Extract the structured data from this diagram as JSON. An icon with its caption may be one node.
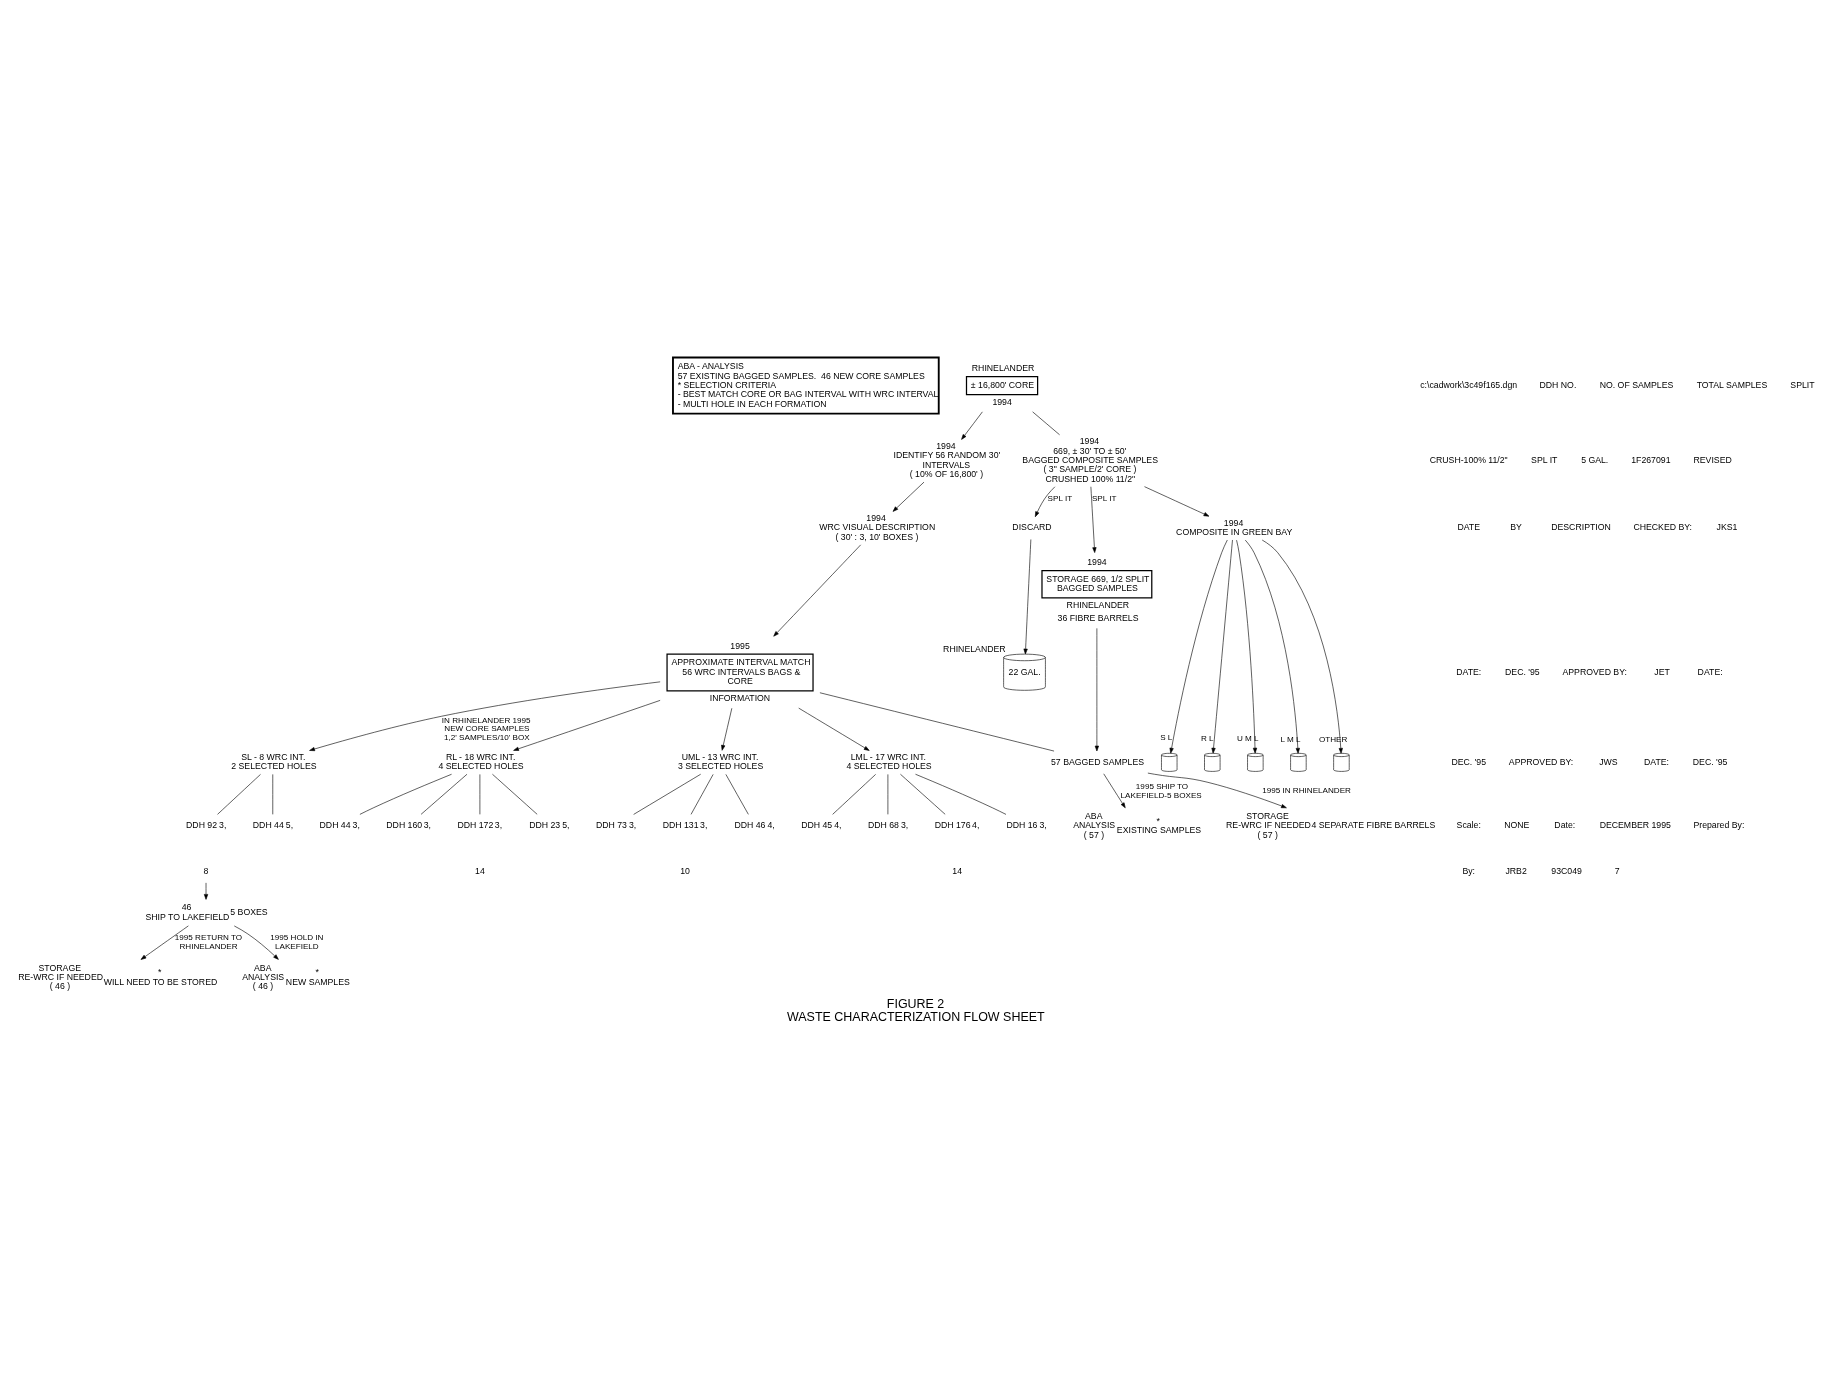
{
  "diagram": {
    "title": "FIGURE 2",
    "caption": "WASTE CHARACTERIZATION FLOW SHEET",
    "nodes": [
      {
        "text": [
          "ABA - ANALYSIS",
          "57 EXISTING BAGGED SAMPLES.  46 NEW CORE SAMPLES",
          "* SELECTION CRITERIA",
          "- BEST MATCH CORE OR BAG INTERVAL WITH WRC INTERVAL",
          "- MULTI HOLE IN EACH FORMATION"
        ]
      },
      {
        "text": [
          "± 16,800' CORE"
        ],
        "beside": [
          "RHINELANDER",
          "1994"
        ]
      },
      {
        "text": [
          "1994",
          "IDENTIFY 56 RANDOM 30' INTERVALS",
          "( 10% OF 16,800' )"
        ]
      },
      {
        "text": [
          "1994",
          "WRC VISUAL DESCRIPTION",
          "( 30' : 3, 10' BOXES )"
        ]
      },
      {
        "text": [
          "1994",
          "669, ± 30' TO ± 50' BAGGED COMPOSITE SAMPLES",
          "( 3\" SAMPLE/2' CORE )",
          "CRUSHED 100% 11/2\""
        ]
      },
      {
        "text": [
          "APPROXIMATE INTERVAL MATCH 56 WRC INTERVALS BAGS & CORE"
        ],
        "beside": [
          "1995",
          "INFORMATION"
        ]
      },
      {
        "text": [
          "STORAGE 669, 1/2 SPLIT BAGGED SAMPLES"
        ],
        "beside": [
          "1994",
          "RHINELANDER",
          "36 FIBRE BARRELS"
        ]
      },
      {
        "text": [
          "DISCARD"
        ]
      },
      {
        "text": [
          "1994",
          "COMPOSITE IN GREEN BAY"
        ]
      },
      {
        "text": [
          "22 GAL."
        ],
        "beside": [
          "RHINELANDER"
        ]
      },
      {
        "text": [],
        "shape": "cylinder"
      },
      {
        "text": [],
        "shape": "cylinder"
      },
      {
        "text": [],
        "shape": "cylinder"
      },
      {
        "text": [],
        "shape": "cylinder"
      },
      {
        "text": [],
        "shape": "cylinder"
      },
      {
        "text": [
          "57 BAGGED SAMPLES"
        ]
      },
      {
        "text": [
          "STORAGE",
          "RE-WRC IF NEEDED",
          "( 57 )"
        ],
        "beside": [
          "4 SEPARATE FIBRE BARRELS"
        ]
      },
      {
        "text": [
          "ABA",
          "ANALYSIS",
          "( 57 )"
        ],
        "beside": [
          "*",
          "EXISTING SAMPLES"
        ]
      },
      {
        "text": [
          "SL - 8 WRC INT.",
          "2 SELECTED HOLES"
        ]
      },
      {
        "text": [
          "RL - 18 WRC INT.",
          "4 SELECTED HOLES"
        ]
      },
      {
        "text": [
          "UML - 13 WRC INT.",
          "3 SELECTED HOLES"
        ]
      },
      {
        "text": [
          "LML - 17 WRC INT.",
          "4 SELECTED HOLES"
        ]
      },
      {
        "text": [
          "DDH 44"
        ],
        "beside": [
          "5,"
        ]
      },
      {
        "text": [
          "DDH 92"
        ],
        "beside": [
          "3,"
        ]
      },
      {
        "text": [
          "DDH 23"
        ],
        "beside": [
          "5,"
        ]
      },
      {
        "text": [
          "DDH 44"
        ],
        "beside": [
          "3,"
        ]
      },
      {
        "text": [
          "DDH 160"
        ],
        "beside": [
          "3,"
        ]
      },
      {
        "text": [
          "DDH 172"
        ],
        "beside": [
          "3,"
        ]
      },
      {
        "text": [
          "DDH 46"
        ],
        "beside": [
          "4,"
        ]
      },
      {
        "text": [
          "DDH 73"
        ],
        "beside": [
          "3,"
        ]
      },
      {
        "text": [
          "DDH 131"
        ],
        "beside": [
          "3,"
        ]
      },
      {
        "text": [
          "DDH 16"
        ],
        "beside": [
          "3,"
        ]
      },
      {
        "text": [
          "DDH 45"
        ],
        "beside": [
          "4,"
        ]
      },
      {
        "text": [
          "DDH 68"
        ],
        "beside": [
          "3,"
        ]
      },
      {
        "text": [
          "DDH 176"
        ],
        "beside": [
          "4,"
        ]
      },
      {
        "text": [
          "8"
        ]
      },
      {
        "text": [
          "14"
        ]
      },
      {
        "text": [
          "10"
        ]
      },
      {
        "text": [
          "14"
        ]
      },
      {
        "text": [
          "46",
          "SHIP TO LAKEFIELD"
        ],
        "beside": [
          "5 BOXES"
        ]
      },
      {
        "text": [
          "STORAGE",
          "RE-WRC IF NEEDED",
          "( 46 )"
        ],
        "beside": [
          "*",
          "WILL NEED TO BE STORED"
        ]
      },
      {
        "text": [
          "ABA",
          "ANALYSIS",
          "( 46 )"
        ],
        "beside": [
          "*",
          "NEW SAMPLES"
        ]
      }
    ],
    "edges": [
      {
        "from": 1,
        "to": 2,
        "arrow": "to"
      },
      {
        "from": 2,
        "to": 3,
        "arrow": "to"
      },
      {
        "from": 1,
        "to": 4,
        "arrow": "none"
      },
      {
        "from": 4,
        "to": 6,
        "arrow": "to",
        "label": "SPL IT"
      },
      {
        "from": 4,
        "to": 7,
        "arrow": "to",
        "label": "SPL IT"
      },
      {
        "from": 4,
        "to": 8,
        "arrow": "to"
      },
      {
        "from": 7,
        "to": 9,
        "arrow": "to"
      },
      {
        "from": 8,
        "to": 10,
        "arrow": "to",
        "label": "S L"
      },
      {
        "from": 8,
        "to": 11,
        "arrow": "to",
        "label": "R L"
      },
      {
        "from": 8,
        "to": 12,
        "arrow": "to",
        "label": "U M L"
      },
      {
        "from": 8,
        "to": 13,
        "arrow": "to",
        "label": "L M L"
      },
      {
        "from": 8,
        "to": 14,
        "arrow": "to",
        "label": "OTHER"
      },
      {
        "from": 3,
        "to": 5,
        "arrow": "to"
      },
      {
        "from": 6,
        "to": 15,
        "arrow": "to"
      },
      {
        "from": 5,
        "to": 15,
        "arrow": "none"
      },
      {
        "from": 15,
        "to": 16,
        "arrow": "to",
        "label": "1995 IN RHINELANDER"
      },
      {
        "from": 15,
        "to": 17,
        "arrow": "to",
        "label": "1995 SHIP TO LAKEFIELD-5 BOXES"
      },
      {
        "from": 5,
        "to": 18,
        "arrow": "to",
        "label": "IN RHINELANDER 1995 NEW CORE SAMPLES 1,2' SAMPLES/10' BOX"
      },
      {
        "from": 5,
        "to": 19,
        "arrow": "to"
      },
      {
        "from": 5,
        "to": 20,
        "arrow": "to"
      },
      {
        "from": 5,
        "to": 21,
        "arrow": "to"
      },
      {
        "from": 18,
        "to": 22,
        "arrow": "none"
      },
      {
        "from": 18,
        "to": 23,
        "arrow": "none"
      },
      {
        "from": 19,
        "to": 24,
        "arrow": "none"
      },
      {
        "from": 19,
        "to": 25,
        "arrow": "none"
      },
      {
        "from": 19,
        "to": 26,
        "arrow": "none"
      },
      {
        "from": 19,
        "to": 27,
        "arrow": "none"
      },
      {
        "from": 20,
        "to": 28,
        "arrow": "none"
      },
      {
        "from": 20,
        "to": 29,
        "arrow": "none"
      },
      {
        "from": 20,
        "to": 30,
        "arrow": "none"
      },
      {
        "from": 21,
        "to": 31,
        "arrow": "none"
      },
      {
        "from": 21,
        "to": 32,
        "arrow": "none"
      },
      {
        "from": 21,
        "to": 33,
        "arrow": "none"
      },
      {
        "from": 21,
        "to": 34,
        "arrow": "none"
      },
      {
        "from": 35,
        "to": 39,
        "arrow": "to"
      },
      {
        "from": 39,
        "to": 40,
        "arrow": "to",
        "label": "1995 RETURN TO RHINELANDER"
      },
      {
        "from": 39,
        "to": 41,
        "arrow": "to",
        "label": "1995 HOLD IN LAKEFIELD"
      }
    ],
    "labels": [
      "c:\\cadwork\\3c49f165.dgn",
      "DDH NO.",
      "NO. OF SAMPLES",
      "TOTAL SAMPLES",
      "SPLIT",
      "CRUSH-100% 11/2\"",
      "SPL IT",
      "5 GAL.",
      "1F267091",
      "REVISED",
      "DATE",
      "BY",
      "DESCRIPTION",
      "CHECKED BY:",
      "JKS1",
      "DATE:",
      "DEC. '95",
      "APPROVED BY:",
      "JET",
      "DATE:",
      "DEC. '95",
      "APPROVED BY:",
      "JWS",
      "DATE:",
      "DEC. '95",
      "Scale:",
      "NONE",
      "Date:",
      "DECEMBER 1995",
      "Prepared By:",
      "By:",
      "JRB2",
      "93C049",
      "7"
    ]
  }
}
